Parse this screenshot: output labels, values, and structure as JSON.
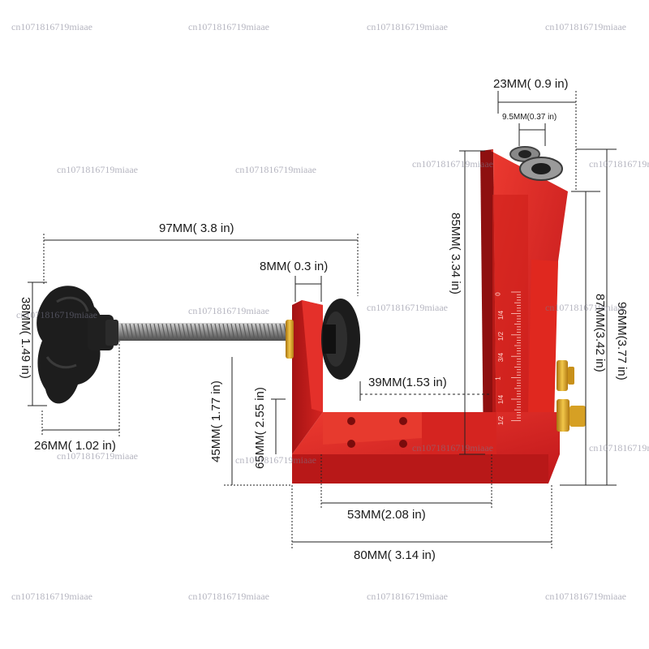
{
  "dimensions": {
    "knob_spacing": "23MM( 0.9 in)",
    "hole_diameter": "9.5MM(0.37 in)",
    "screw_length": "97MM( 3.8 in)",
    "pad_thickness": "8MM( 0.3 in)",
    "knob_height": "38MM( 1.49 in)",
    "knob_width": "26MM( 1.02 in)",
    "jaw_height": "45MM( 1.77 in)",
    "base_height": "65MM( 2.55 in)",
    "clamp_depth": "39MM(1.53 in)",
    "fence_height": "85MM( 3.34 in)",
    "body_height": "87MM(3.42 in)",
    "total_height": "96MM(3.77 in)",
    "inner_width": "53MM(2.08 in)",
    "base_width": "80MM( 3.14 in)"
  },
  "scale_marks": [
    "0",
    "1/4",
    "1/2",
    "3/4",
    "1",
    "1/4",
    "1/2"
  ],
  "watermark": "cn1071816719miaae",
  "colors": {
    "body_red": "#d8201e",
    "body_dark": "#9e1212",
    "knob_black": "#1c1c1c",
    "brass": "#d8a21e",
    "dimension_line": "#222222"
  }
}
